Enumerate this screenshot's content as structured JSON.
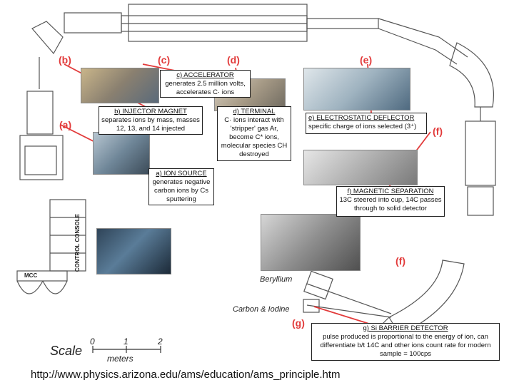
{
  "markers": {
    "a": "(a)",
    "b": "(b)",
    "c": "(c)",
    "d": "(d)",
    "e": "(e)",
    "f1": "(f)",
    "f2": "(f)",
    "g": "(g)"
  },
  "boxes": {
    "c": {
      "title": "c) ACCELERATOR",
      "body": "generates 2.5 million volts, accelerates C· ions"
    },
    "b": {
      "title": "b) INJECTOR MAGNET",
      "body": "separates ions by mass, masses 12, 13, and 14 injected"
    },
    "d": {
      "title": "d) TERMINAL",
      "body": "C· ions interact with 'stripper' gas Ar, become C* ions, molecular species CH destroyed"
    },
    "e": {
      "title": "e) ELECTROSTATIC DEFLECTOR",
      "body": "specific charge of ions selected (3⁺)"
    },
    "a": {
      "title": "a) ION SOURCE",
      "body": "generates negative carbon ions by Cs sputtering"
    },
    "f": {
      "title": "f) MAGNETIC SEPARATION",
      "body": "13C steered into cup, 14C passes through to solid detector"
    },
    "g": {
      "title": "g) Si BARRIER DETECTOR",
      "body": "pulse produced is proportional to the energy of ion, can differentiate b/t 14C and other ions count rate for modern sample = 100cps"
    }
  },
  "plan_labels": {
    "beryllium": "Beryllium",
    "carbon_iodine": "Carbon & Iodine",
    "control_console": "CONTROL CONSOLE",
    "mcc": "MCC"
  },
  "scale": {
    "word": "Scale",
    "ticks": [
      "0",
      "1",
      "2"
    ],
    "unit": "meters"
  },
  "footer_url": "http://www.physics.arizona.edu/ams/education/ams_principle.htm",
  "colors": {
    "marker": "#e23a3a",
    "leader": "#e23a3a",
    "plan": "#555555"
  }
}
